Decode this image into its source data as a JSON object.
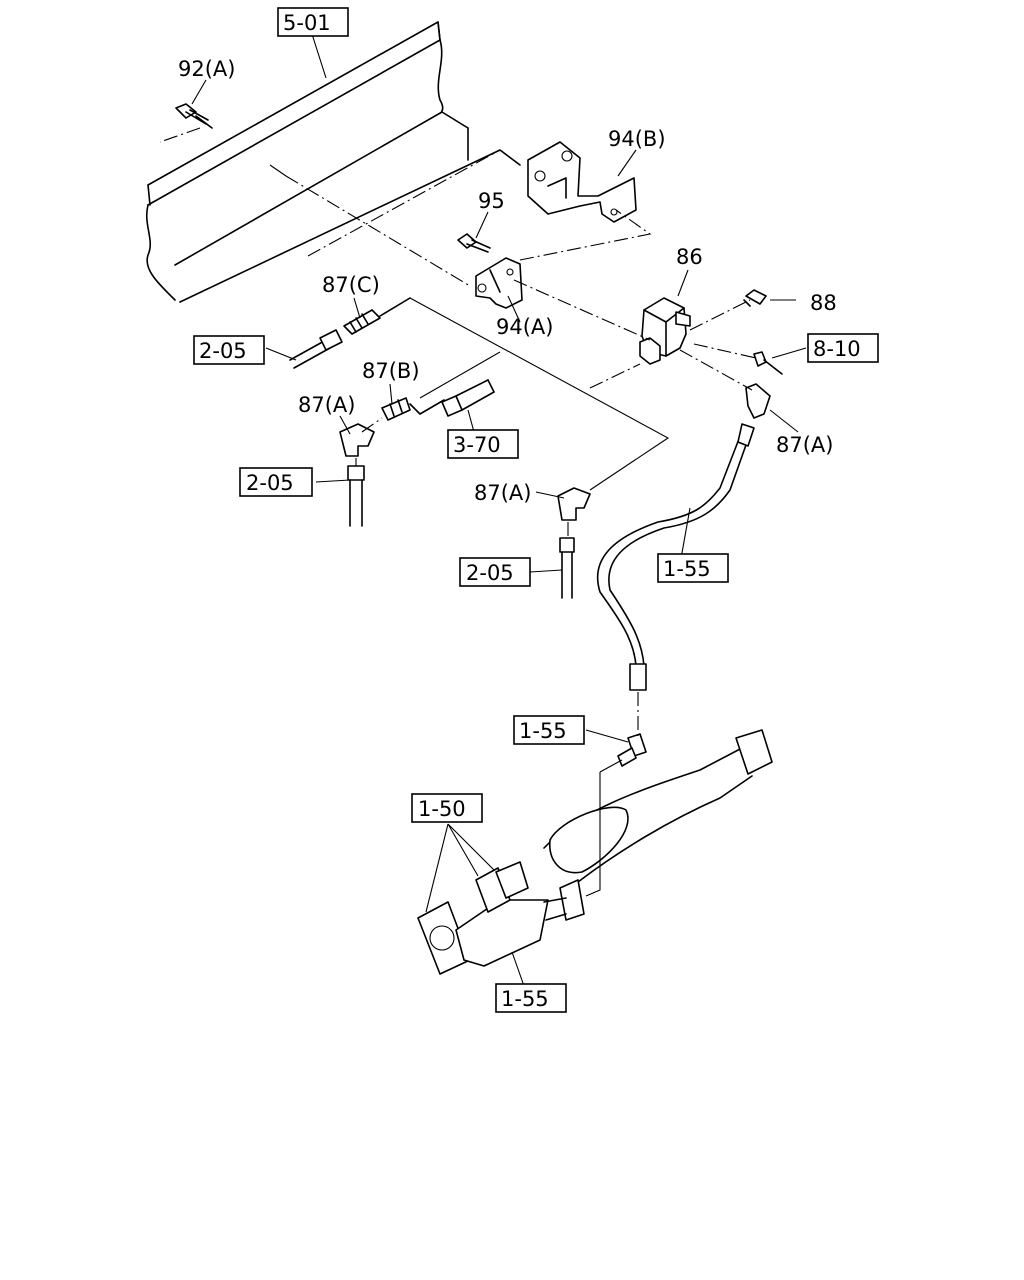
{
  "callouts": {
    "ref_5_01": "5-01",
    "part_92a": "92(A)",
    "part_94b": "94(B)",
    "part_95": "95",
    "part_86": "86",
    "part_88": "88",
    "part_87c": "87(C)",
    "ref_2_05_top": "2-05",
    "part_94a": "94(A)",
    "ref_8_10": "8-10",
    "part_87b": "87(B)",
    "part_87a_left": "87(A)",
    "ref_3_70": "3-70",
    "part_87a_right": "87(A)",
    "ref_2_05_mid": "2-05",
    "part_87a_center": "87(A)",
    "ref_1_55_hose": "1-55",
    "ref_2_05_low": "2-05",
    "ref_1_55_tee": "1-55",
    "ref_1_50": "1-50",
    "ref_1_55_pipe": "1-55"
  }
}
